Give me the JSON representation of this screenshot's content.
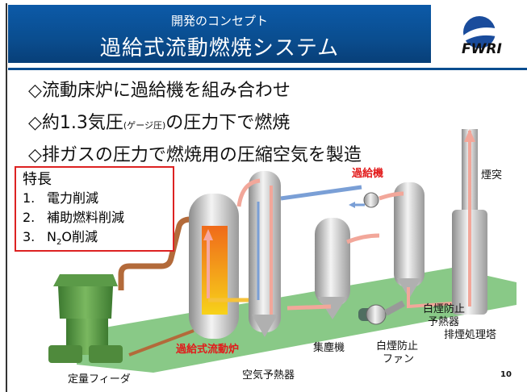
{
  "header": {
    "subtitle": "開発のコンセプト",
    "title": "過給式流動燃焼システム"
  },
  "logo": {
    "text": "FWRI"
  },
  "bullets": [
    {
      "symbol": "◇",
      "text_before": "流動床炉に過給機を組み合わせ",
      "small": "",
      "text_after": ""
    },
    {
      "symbol": "◇",
      "text_before": "約1.3気圧",
      "small": "(ゲージ圧)",
      "text_after": "の圧力下で燃焼"
    },
    {
      "symbol": "◇",
      "text_before": "排ガスの圧力で燃焼用の圧縮空気を製造",
      "small": "",
      "text_after": ""
    }
  ],
  "features": {
    "title": "特長",
    "items": [
      {
        "num": "1.",
        "text": "電力削減"
      },
      {
        "num": "2.",
        "text": "補助燃料削減"
      },
      {
        "num": "3.",
        "text_pre": "N",
        "sub": "2",
        "text_post": "O削減"
      }
    ]
  },
  "labels": {
    "turbocharger": "過給機",
    "chimney": "煙突",
    "white_smoke_preheater_1": "白煙防止",
    "white_smoke_preheater_2": "予熱器",
    "exhaust_tower": "排煙処理塔",
    "furnace": "過給式流動炉",
    "dust_collector": "集塵機",
    "white_smoke_fan_1": "白煙防止",
    "white_smoke_fan_2": "ファン",
    "feeder": "定量フィーダ",
    "air_preheater": "空気予熱器"
  },
  "page_number": "10",
  "colors": {
    "header_blue": "#0a4d8f",
    "highlight_red": "#e21a1a",
    "ground_green": "#7cc37a",
    "feeder_green": "#4f8a3c",
    "hot_gas_pink": "#f2a79a",
    "air_blue": "#7a9fd6"
  }
}
